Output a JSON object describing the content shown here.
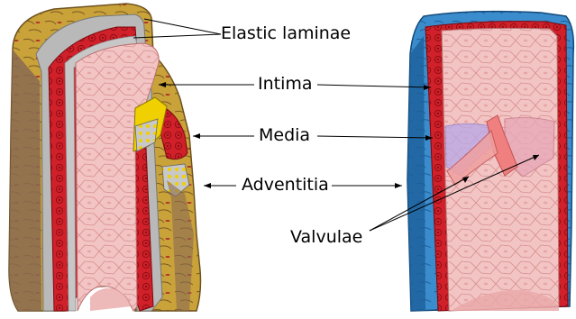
{
  "labels": {
    "elastic_laminae": "Elastic laminae",
    "intima": "Intima",
    "media": "Media",
    "adventitia": "Adventitia",
    "valvulae": "Valvulae"
  },
  "colors": {
    "adventitia_artery": "#c9a23a",
    "adventitia_artery_dark": "#8a6a52",
    "elastic_lamina": "#b9b9b9",
    "media": "#d0202a",
    "media_dark": "#8e0e14",
    "intima": "#f3c4c4",
    "intima_line": "#d08a8a",
    "vein_adventitia": "#3a8ccc",
    "vein_adventitia_dark": "#1d5f9a",
    "valve": "#e8a8b8",
    "valve_overlay": "#b8a8e8",
    "plaque_yellow": "#f0d000",
    "plaque_grey": "#c8c8c8"
  }
}
